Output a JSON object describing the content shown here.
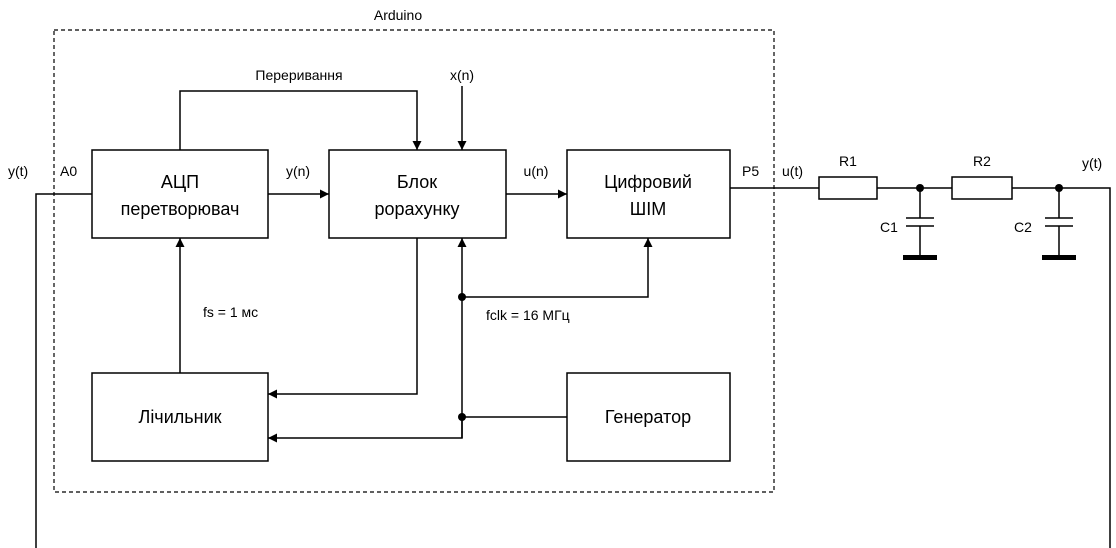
{
  "container": {
    "label": "Arduino"
  },
  "blocks": {
    "adc": {
      "line1": "АЦП",
      "line2": "перетворювач"
    },
    "calc": {
      "line1": "Блок",
      "line2": "рорахунку"
    },
    "pwm": {
      "line1": "Цифровий",
      "line2": "ШІМ"
    },
    "counter": {
      "line1": "Лічильник"
    },
    "generator": {
      "line1": "Генератор"
    }
  },
  "signals": {
    "interrupt": "Переривання",
    "xn": "x(n)",
    "yn": "y(n)",
    "un": "u(n)",
    "fs": "fs = 1 мс",
    "fclk": "fclk = 16 МГц",
    "yt_in": "y(t)",
    "yt_out": "y(t)",
    "ut": "u(t)"
  },
  "pins": {
    "a0": "A0",
    "p5": "P5"
  },
  "components": {
    "r1": "R1",
    "r2": "R2",
    "c1": "C1",
    "c2": "C2"
  }
}
